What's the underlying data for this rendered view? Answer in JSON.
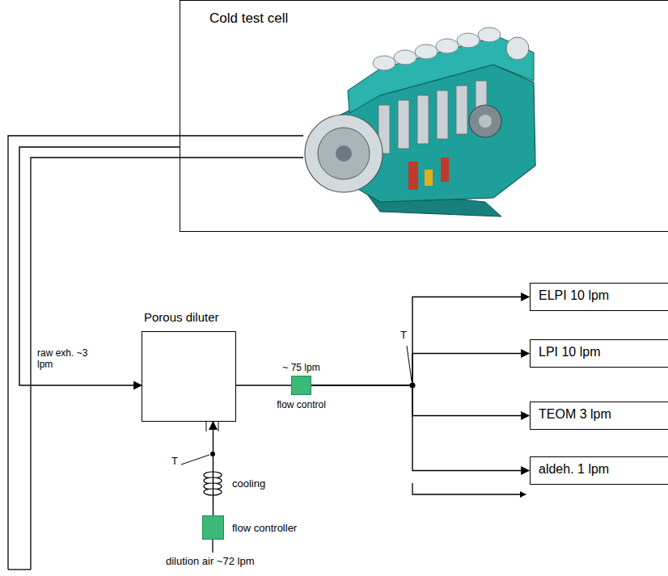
{
  "diagram": {
    "nodes": [
      {
        "text": [
          "Cold test cell"
        ]
      },
      {
        "text": [
          "Porous diluter"
        ]
      },
      {
        "text": [
          "~ 75 lpm",
          "flow control"
        ]
      },
      {
        "text": [
          "ELPI 10 lpm"
        ]
      },
      {
        "text": [
          "LPI 10 lpm"
        ]
      },
      {
        "text": [
          "TEOM 3 lpm"
        ]
      },
      {
        "text": [
          "aldeh. 1 lpm"
        ]
      },
      {
        "text": [
          "flow controller"
        ]
      }
    ],
    "edges": [
      {
        "from": 0,
        "to": 1,
        "arrow": "to",
        "label": "raw exh. ~3 lpm"
      },
      {
        "from": 1,
        "to": 2,
        "arrow": "none"
      },
      {
        "from": 2,
        "to": 3,
        "arrow": "to"
      },
      {
        "from": 2,
        "to": 4,
        "arrow": "to"
      },
      {
        "from": 2,
        "to": 5,
        "arrow": "to"
      },
      {
        "from": 2,
        "to": 6,
        "arrow": "to"
      },
      {
        "from": 7,
        "to": 1,
        "arrow": "to"
      }
    ],
    "labels": [
      "T",
      "T",
      "cooling",
      "dilution air ~72 lpm"
    ]
  }
}
